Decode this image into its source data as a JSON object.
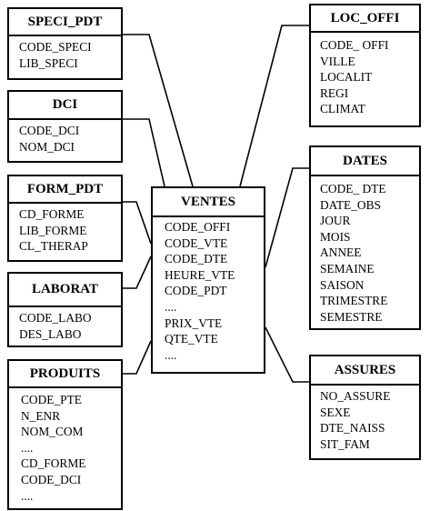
{
  "entities": {
    "speci_pdt": {
      "title": "SPECI_PDT",
      "attributes": [
        "CODE_SPECI",
        "LIB_SPECI"
      ]
    },
    "dci": {
      "title": "DCI",
      "attributes": [
        "CODE_DCI",
        "NOM_DCI"
      ]
    },
    "form_pdt": {
      "title": "FORM_PDT",
      "attributes": [
        "CD_FORME",
        "LIB_FORME",
        "CL_THERAP"
      ]
    },
    "laborat": {
      "title": "LABORAT",
      "attributes": [
        "CODE_LABO",
        "DES_LABO"
      ]
    },
    "produits": {
      "title": "PRODUITS",
      "attributes": [
        "CODE_PTE",
        "N_ENR",
        "NOM_COM",
        "....",
        "CD_FORME",
        "CODE_DCI",
        "...."
      ]
    },
    "ventes": {
      "title": "VENTES",
      "attributes": [
        "CODE_OFFI",
        "CODE_VTE",
        "CODE_DTE",
        "HEURE_VTE",
        "CODE_PDT",
        "....",
        "PRIX_VTE",
        "QTE_VTE",
        "...."
      ]
    },
    "loc_offi": {
      "title": "LOC_OFFI",
      "attributes": [
        "CODE_ OFFI",
        "VILLE",
        "LOCALIT",
        "REGI",
        "CLIMAT"
      ]
    },
    "dates": {
      "title": "DATES",
      "attributes": [
        "CODE_ DTE",
        "DATE_OBS",
        "JOUR",
        "MOIS",
        "ANNEE",
        "SEMAINE",
        "SAISON",
        "TRIMESTRE",
        "SEMESTRE"
      ]
    },
    "assures": {
      "title": "ASSURES",
      "attributes": [
        "NO_ASSURE",
        "SEXE",
        "DTE_NAISS",
        "SIT_FAM"
      ]
    }
  },
  "relationships": [
    {
      "from": "speci_pdt",
      "to": "ventes"
    },
    {
      "from": "dci",
      "to": "ventes"
    },
    {
      "from": "form_pdt",
      "to": "ventes"
    },
    {
      "from": "laborat",
      "to": "ventes"
    },
    {
      "from": "produits",
      "to": "ventes"
    },
    {
      "from": "loc_offi",
      "to": "ventes"
    },
    {
      "from": "dates",
      "to": "ventes"
    },
    {
      "from": "assures",
      "to": "ventes"
    }
  ]
}
